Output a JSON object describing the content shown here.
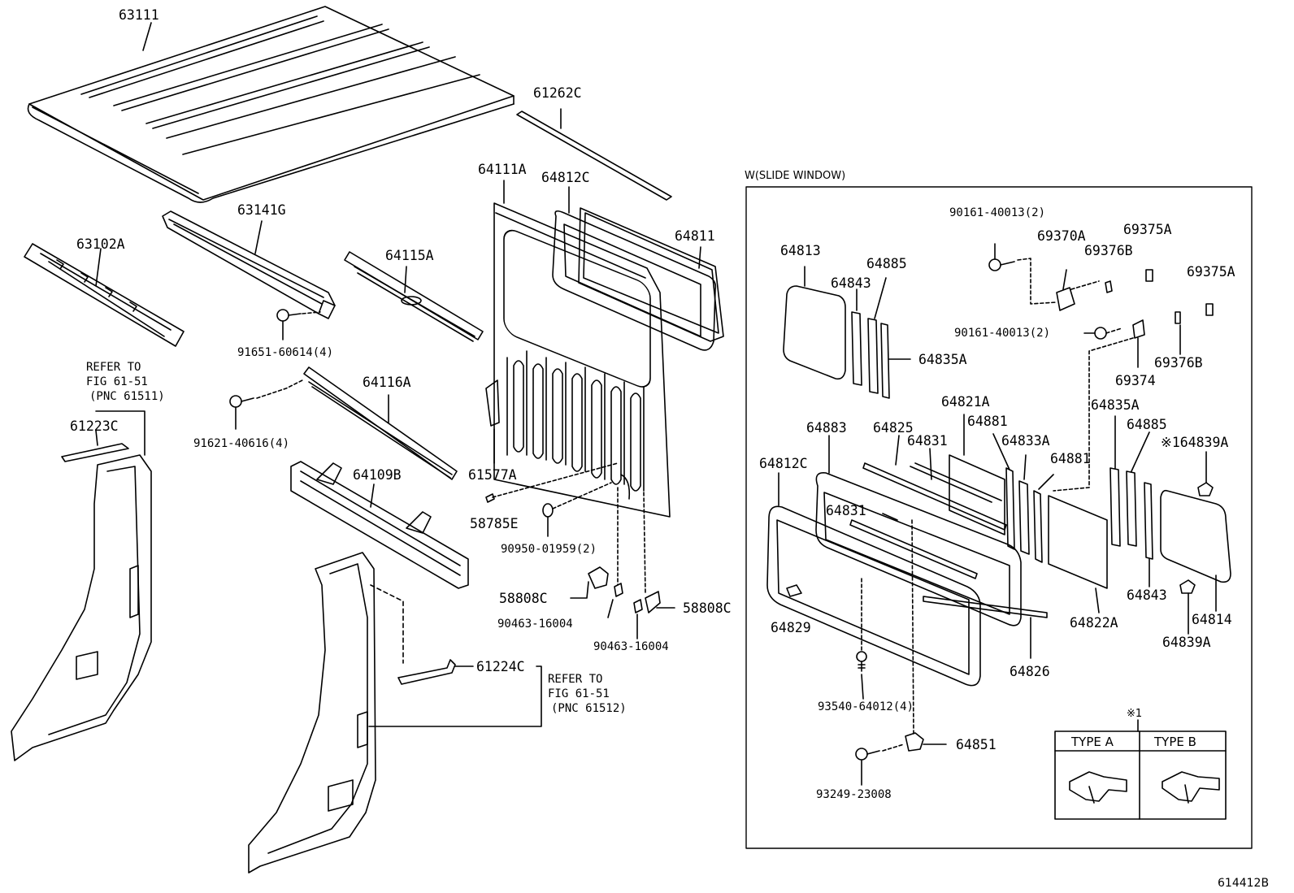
{
  "parts": {
    "p63111": "63111",
    "p61262c": "61262C",
    "p64111a": "64111A",
    "p64812c_top": "64812C",
    "p64811": "64811",
    "p63141g": "63141G",
    "p63102a": "63102A",
    "p64115a": "64115A",
    "p91651": "91651-60614(4)",
    "p64116a": "64116A",
    "p91621": "91621-40616(4)",
    "p61223c": "61223C",
    "p64109b": "64109B",
    "p61577a": "61577A",
    "p58785e": "58785E",
    "p90950": "90950-01959(2)",
    "p58808c_l": "58808C",
    "p58808c_r": "58808C",
    "p90463_l": "90463-16004",
    "p90463_r": "90463-16004",
    "p61224c": "61224C"
  },
  "refer1": {
    "l1": "REFER TO",
    "l2": "FIG 61-51",
    "l3": "(PNC 61511)"
  },
  "refer2": {
    "l1": "REFER TO",
    "l2": "FIG 61-51",
    "l3": "(PNC 61512)"
  },
  "window": {
    "title": "W(SLIDE WINDOW)",
    "p90161_a": "90161-40013(2)",
    "p90161_b": "90161-40013(2)",
    "p69370a": "69370A",
    "p69375a_1": "69375A",
    "p69375a_2": "69375A",
    "p69376b_1": "69376B",
    "p69376b_2": "69376B",
    "p69374": "69374",
    "p64813": "64813",
    "p64885_1": "64885",
    "p64885_2": "64885",
    "p64843_1": "64843",
    "p64843_2": "64843",
    "p64835a_1": "64835A",
    "p64835a_2": "64835A",
    "p64821a": "64821A",
    "p64881_1": "64881",
    "p64881_2": "64881",
    "p64883": "64883",
    "p64825": "64825",
    "p64831_1": "64831",
    "p64831_2": "64831",
    "p64833a": "64833A",
    "p64839a_1": "※164839A",
    "p64839a_2": "64839A",
    "p64812c": "64812C",
    "p64829": "64829",
    "p64822a": "64822A",
    "p64814": "64814",
    "p64826": "64826",
    "p93540": "93540-64012(4)",
    "p64851": "64851",
    "p93249": "93249-23008",
    "note_mark": "※1",
    "type_a": "TYPE A",
    "type_b": "TYPE B"
  },
  "figure_id": "614412B"
}
